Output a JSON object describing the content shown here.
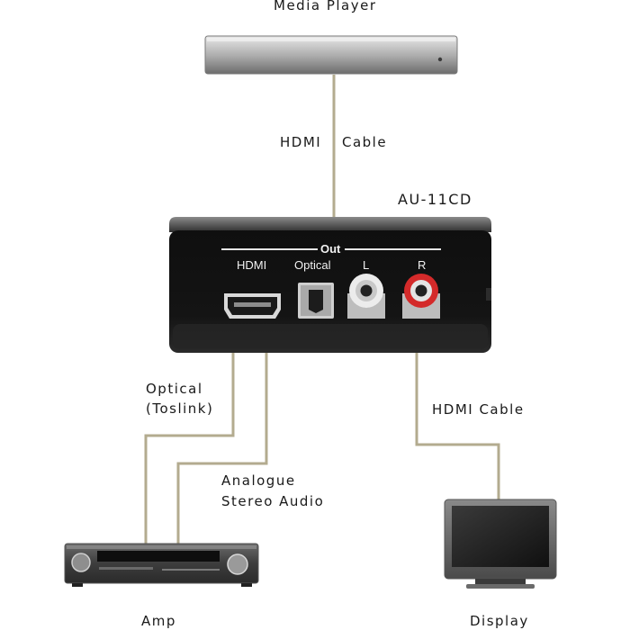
{
  "devices": {
    "media_player": "Media Player",
    "converter": "AU-11CD",
    "amp": "Amp",
    "display": "Display"
  },
  "cables": {
    "top_hdmi_a": "HDMI",
    "top_hdmi_b": "Cable",
    "optical_line1": "Optical",
    "optical_line2": "(Toslink)",
    "analogue_line1": "Analogue",
    "analogue_line2": "Stereo Audio",
    "bottom_hdmi": "HDMI Cable"
  },
  "converter_panel": {
    "group_label": "Out",
    "ports": [
      "HDMI",
      "Optical",
      "L",
      "R"
    ]
  },
  "colors": {
    "cable": "#b3ab8f",
    "device_dark": "#1c1c1c",
    "rca_left": "#ececec",
    "rca_right": "#d42a2a"
  }
}
